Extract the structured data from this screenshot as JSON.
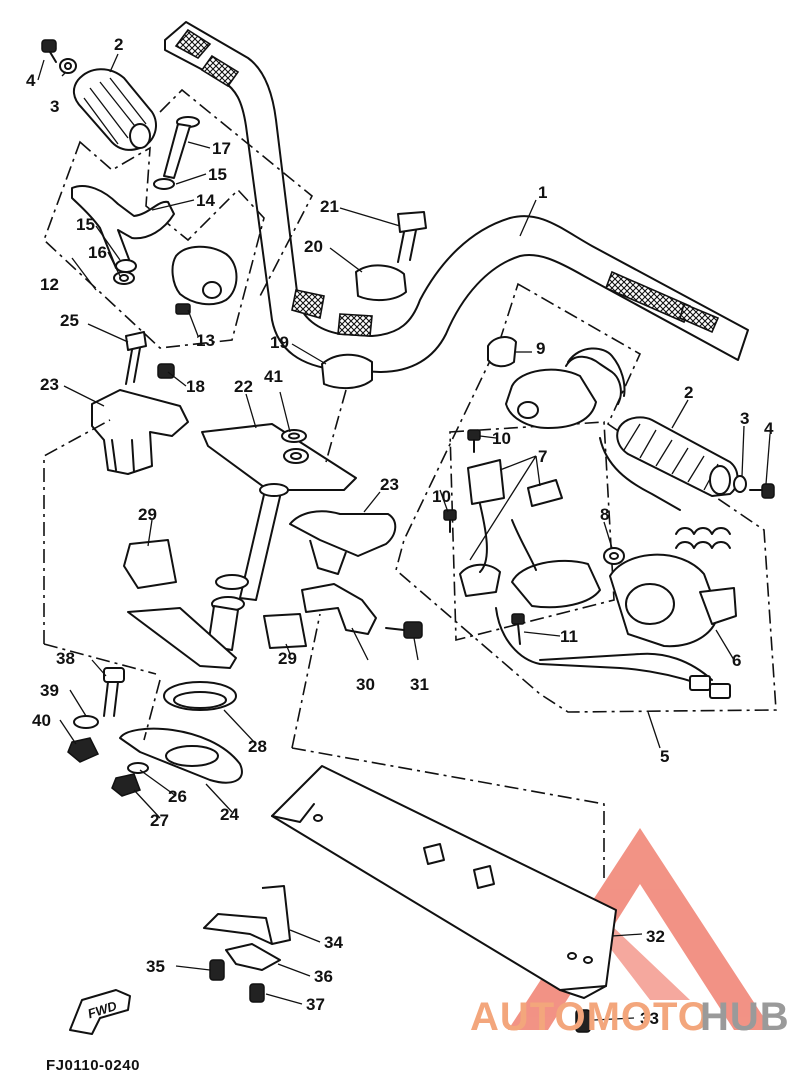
{
  "diagram": {
    "drawing_code": "FJ0110-0240",
    "direction_marker": "FWD",
    "callouts": [
      {
        "id": "c1",
        "text": "1"
      },
      {
        "id": "c2a",
        "text": "2"
      },
      {
        "id": "c2b",
        "text": "2"
      },
      {
        "id": "c3a",
        "text": "3"
      },
      {
        "id": "c3b",
        "text": "3"
      },
      {
        "id": "c4a",
        "text": "4"
      },
      {
        "id": "c4b",
        "text": "4"
      },
      {
        "id": "c5",
        "text": "5"
      },
      {
        "id": "c6",
        "text": "6"
      },
      {
        "id": "c7",
        "text": "7"
      },
      {
        "id": "c8",
        "text": "8"
      },
      {
        "id": "c9",
        "text": "9"
      },
      {
        "id": "c10a",
        "text": "10"
      },
      {
        "id": "c10b",
        "text": "10"
      },
      {
        "id": "c11",
        "text": "11"
      },
      {
        "id": "c12",
        "text": "12"
      },
      {
        "id": "c13",
        "text": "13"
      },
      {
        "id": "c14",
        "text": "14"
      },
      {
        "id": "c15a",
        "text": "15"
      },
      {
        "id": "c15b",
        "text": "15"
      },
      {
        "id": "c16",
        "text": "16"
      },
      {
        "id": "c17",
        "text": "17"
      },
      {
        "id": "c18",
        "text": "18"
      },
      {
        "id": "c19",
        "text": "19"
      },
      {
        "id": "c20",
        "text": "20"
      },
      {
        "id": "c21",
        "text": "21"
      },
      {
        "id": "c22",
        "text": "22"
      },
      {
        "id": "c23a",
        "text": "23"
      },
      {
        "id": "c23b",
        "text": "23"
      },
      {
        "id": "c24",
        "text": "24"
      },
      {
        "id": "c25",
        "text": "25"
      },
      {
        "id": "c26",
        "text": "26"
      },
      {
        "id": "c27",
        "text": "27"
      },
      {
        "id": "c28",
        "text": "28"
      },
      {
        "id": "c29a",
        "text": "29"
      },
      {
        "id": "c29b",
        "text": "29"
      },
      {
        "id": "c30",
        "text": "30"
      },
      {
        "id": "c31",
        "text": "31"
      },
      {
        "id": "c32",
        "text": "32"
      },
      {
        "id": "c33",
        "text": "33"
      },
      {
        "id": "c34",
        "text": "34"
      },
      {
        "id": "c35",
        "text": "35"
      },
      {
        "id": "c36",
        "text": "36"
      },
      {
        "id": "c37",
        "text": "37"
      },
      {
        "id": "c38",
        "text": "38"
      },
      {
        "id": "c39",
        "text": "39"
      },
      {
        "id": "c40",
        "text": "40"
      },
      {
        "id": "c41",
        "text": "41"
      }
    ]
  },
  "watermark": {
    "text_left": "AUTOMOTO",
    "text_right": "HUB",
    "color_triangle": "#f08070",
    "color_text_left": "#f3a67c",
    "color_text_right": "#9a9a9a"
  }
}
